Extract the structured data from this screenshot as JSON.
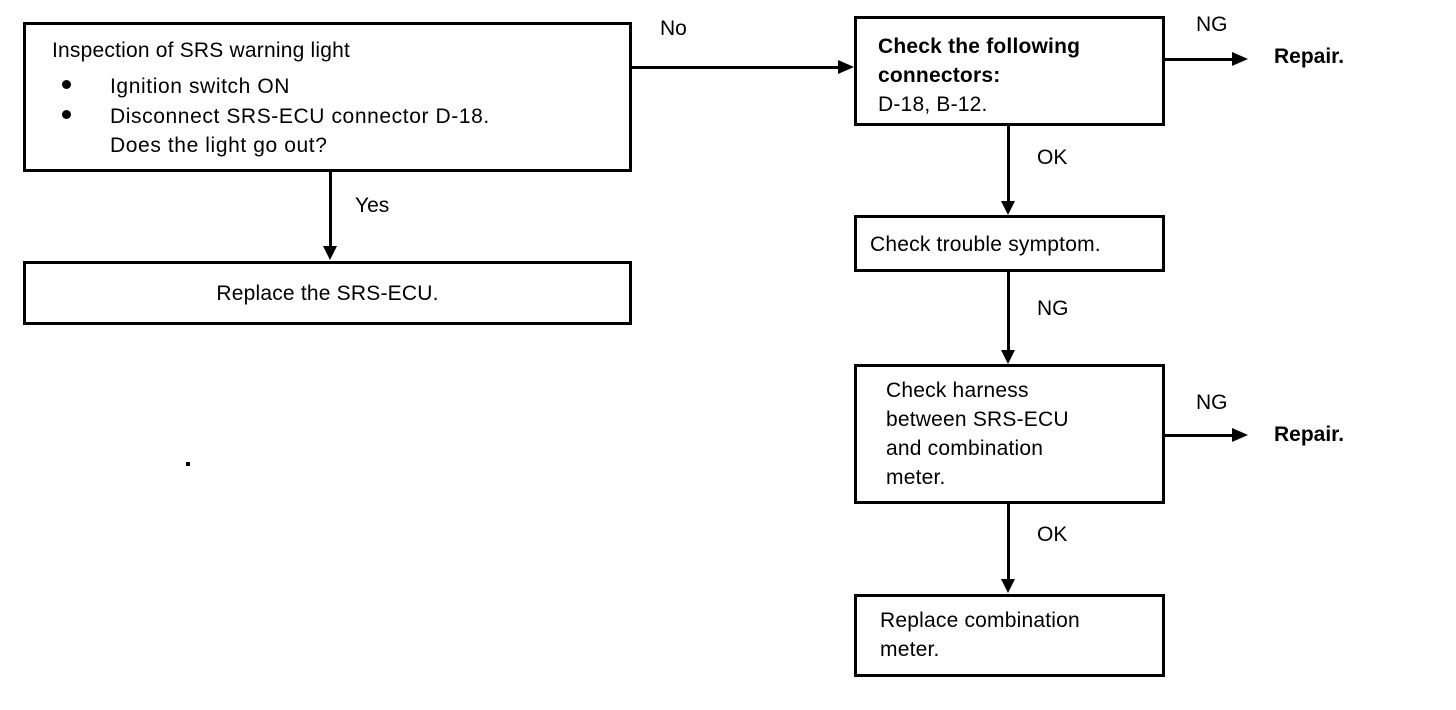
{
  "diagram": {
    "title": "SRS warning light troubleshooting flowchart",
    "ink_color": "#000000",
    "background_color": "#ffffff"
  },
  "nodes": {
    "inspection": {
      "heading": "Inspection of SRS warning light",
      "bullets": [
        "Ignition  switch  ON",
        "Disconnect  SRS-ECU  connector  D-18.\nDoes  the  light  go  out?"
      ]
    },
    "replace_srs_ecu": {
      "text": "Replace the SRS-ECU."
    },
    "check_connectors": {
      "heading": "Check the following\nconnectors:",
      "detail": "D-18, B-12."
    },
    "check_trouble_symptom": {
      "text": "Check trouble symptom."
    },
    "check_harness": {
      "text": "Check harness\nbetween SRS-ECU\nand combination\nmeter."
    },
    "replace_combination_meter": {
      "text": "Replace combination\nmeter."
    }
  },
  "edge_labels": {
    "no": "No",
    "yes": "Yes",
    "ok_1": "OK",
    "ng_1": "NG",
    "ng_2": "NG",
    "ng_3": "NG",
    "ok_2": "OK"
  },
  "terminals": {
    "repair_top": "Repair.",
    "repair_mid": "Repair."
  }
}
